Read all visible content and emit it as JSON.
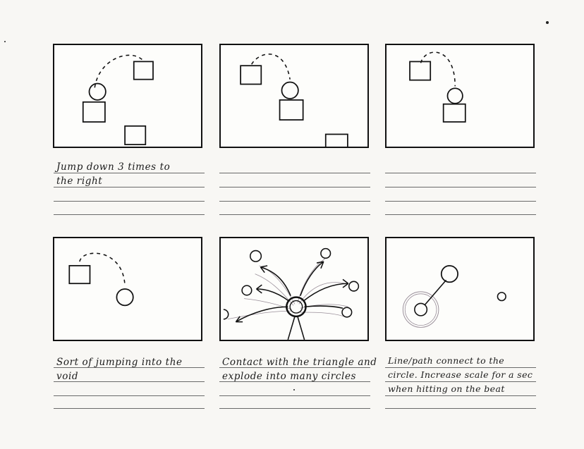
{
  "panels": [
    {
      "id": 1,
      "caption": [
        "Jump down 3 times to",
        "the right"
      ]
    },
    {
      "id": 2,
      "caption": []
    },
    {
      "id": 3,
      "caption": []
    },
    {
      "id": 4,
      "caption": [
        "Sort of jumping into the",
        "void"
      ]
    },
    {
      "id": 5,
      "caption": [
        "Contact with the triangle and",
        "explode into many circles"
      ]
    },
    {
      "id": 6,
      "caption": [
        "Line/path connect to the",
        "circle. Increase scale for a sec",
        "when hitting on the beat"
      ]
    }
  ],
  "captions": {
    "p1_l1": "Jump down 3 times to",
    "p1_l2": "the right",
    "p4_l1": "Sort of jumping into the",
    "p4_l2": "void",
    "p5_l1": "Contact with the triangle and",
    "p5_l2": "explode into many circles",
    "p6_l1": "Line/path connect to the",
    "p6_l2": "circle. Increase scale for a sec",
    "p6_l3": "when hitting on the beat"
  },
  "colors": {
    "ink": "#111111",
    "paper": "#f8f7f4",
    "rule": "#6a6a6a",
    "pencil": "#9a8f9a"
  }
}
